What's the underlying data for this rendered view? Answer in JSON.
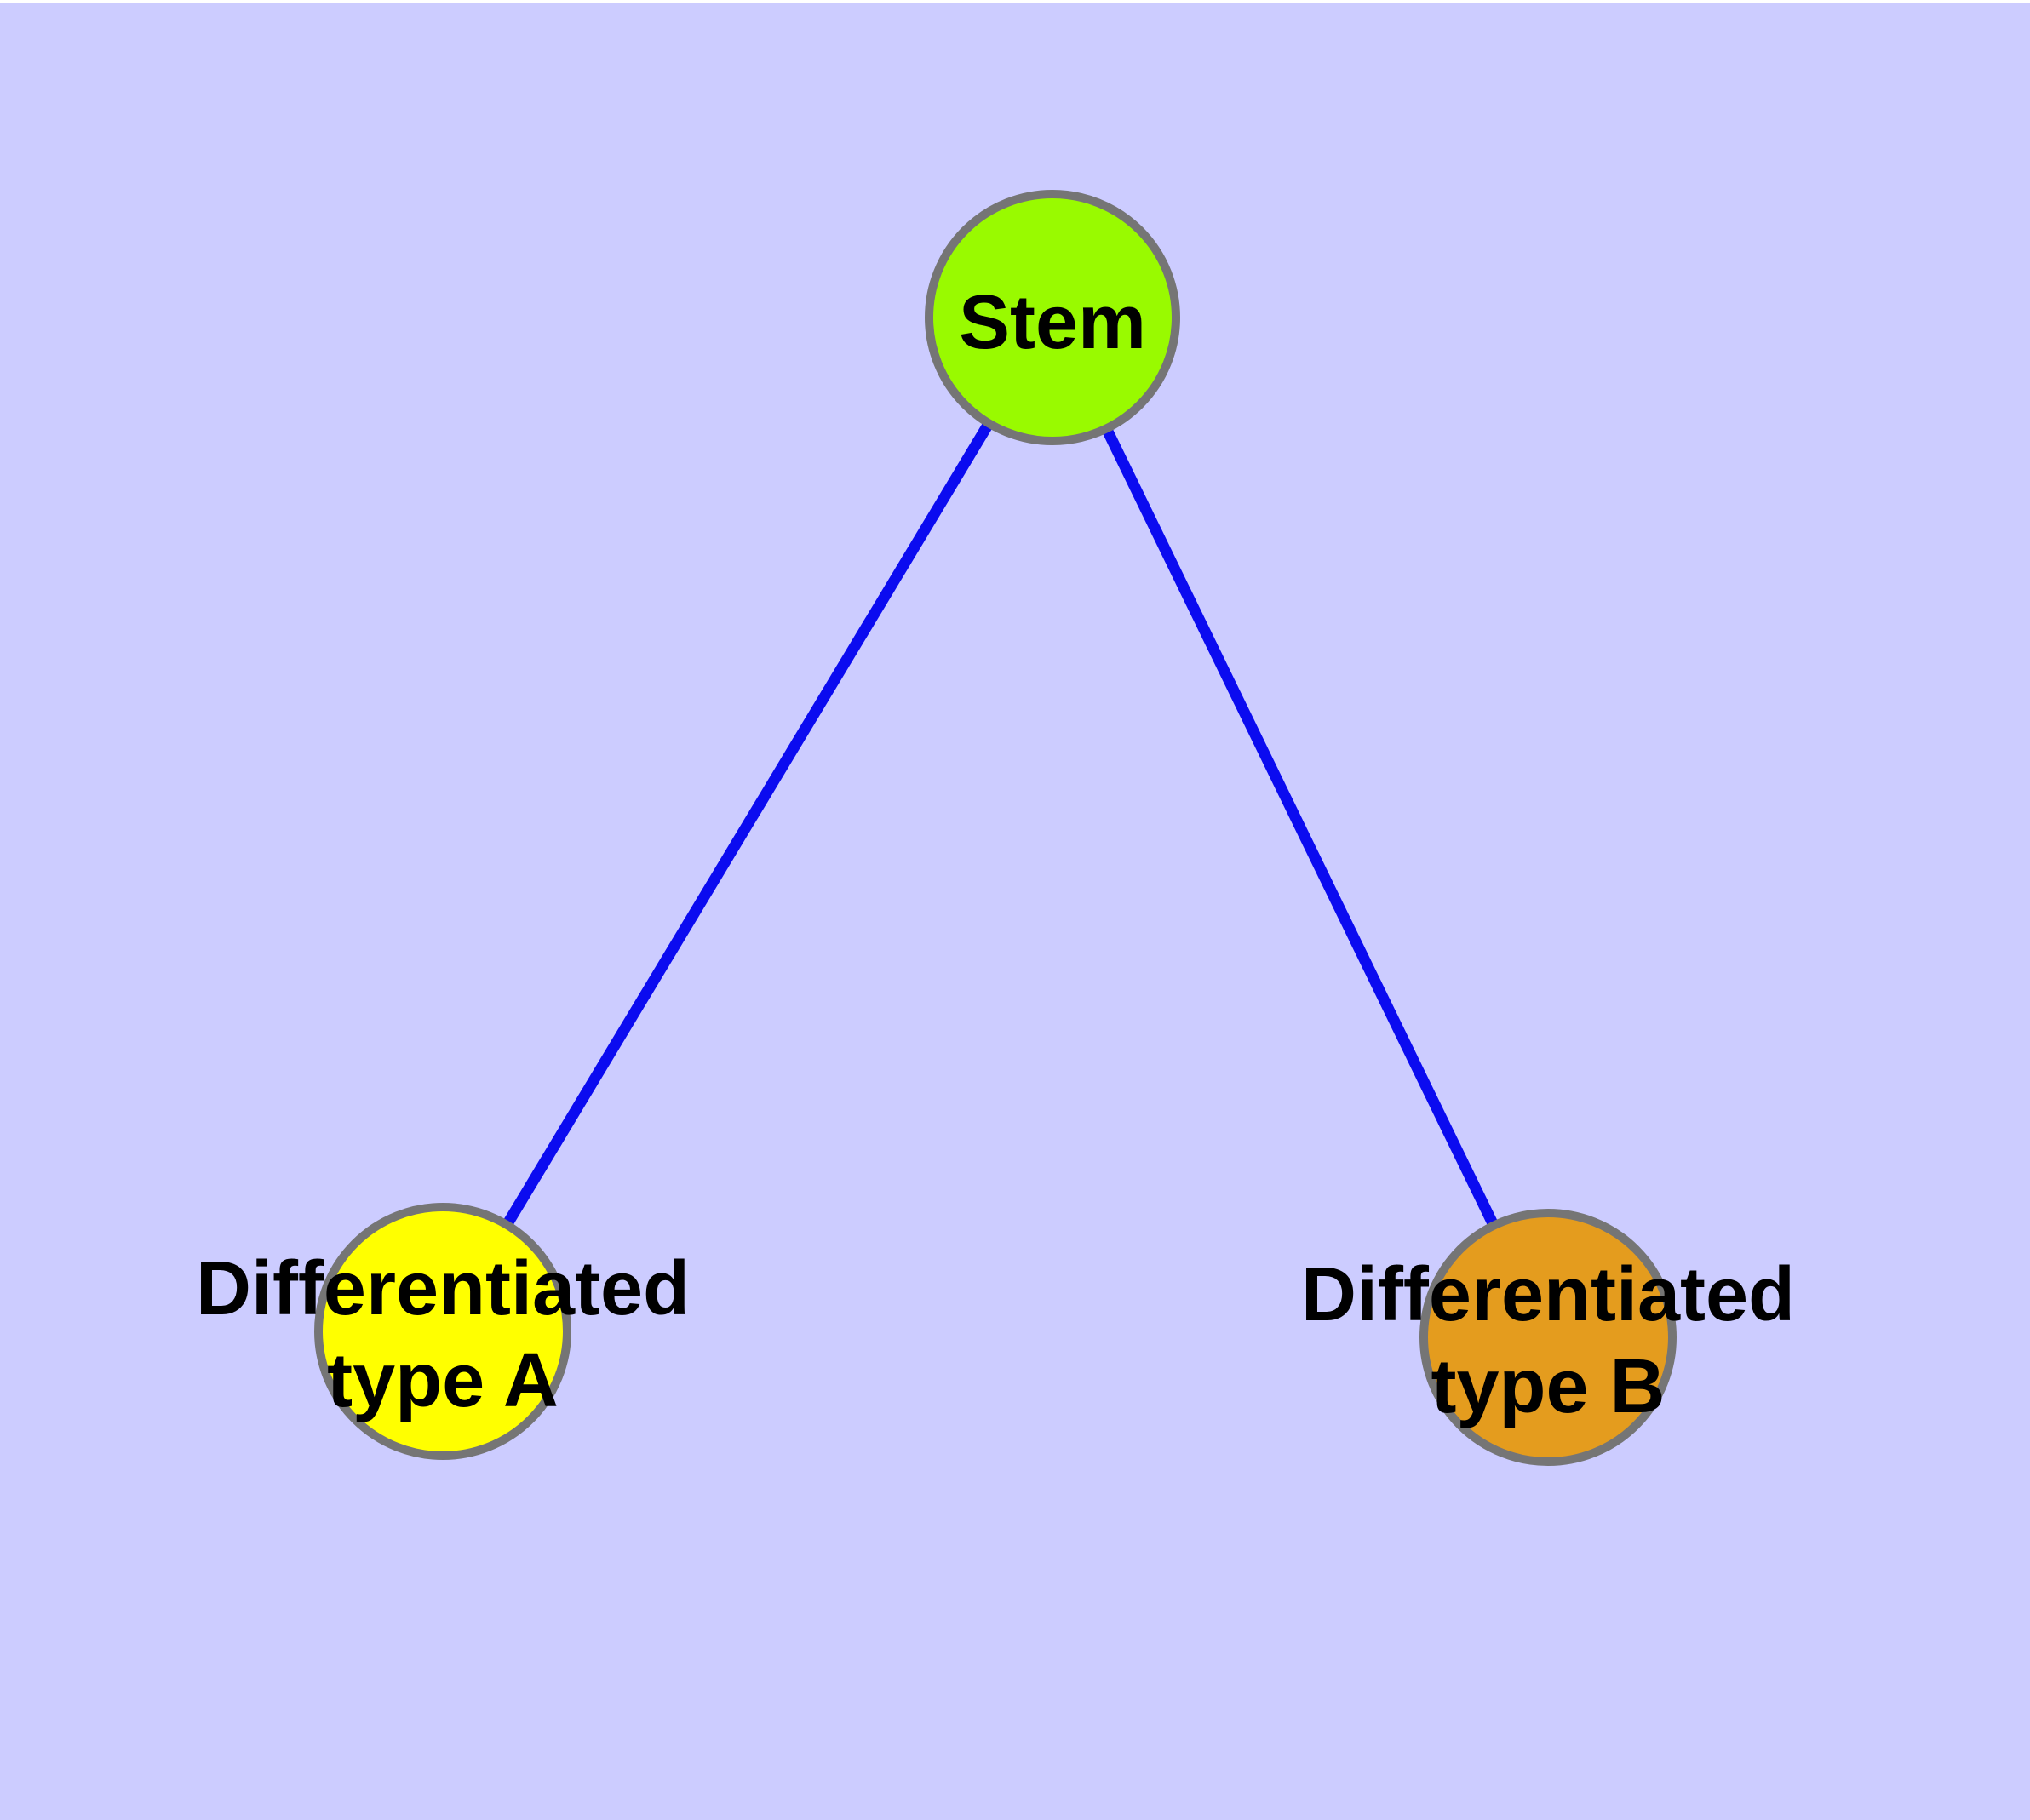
{
  "diagram": {
    "background_color": "#CCCCFF",
    "top_strip_color": "#FFFFFF",
    "edge_color": "#0B0BF0",
    "edge_width": 13,
    "node_border_color": "#757575",
    "node_border_width": 10,
    "label_color": "#000000",
    "nodes": [
      {
        "id": "stem",
        "label": "Stem",
        "lines": [
          "Stem"
        ],
        "fill": "#99FA00"
      },
      {
        "id": "differentiated-type-a",
        "label": "Differentiated type A",
        "lines": [
          "Differentiated",
          "type A"
        ],
        "fill": "#FFFF00"
      },
      {
        "id": "differentiated-type-b",
        "label": "Differentiated type B",
        "lines": [
          "Differentiated",
          "type B"
        ],
        "fill": "#E49C1E"
      }
    ],
    "edges": [
      {
        "from": "stem",
        "to": "differentiated-type-a"
      },
      {
        "from": "stem",
        "to": "differentiated-type-b"
      }
    ]
  }
}
